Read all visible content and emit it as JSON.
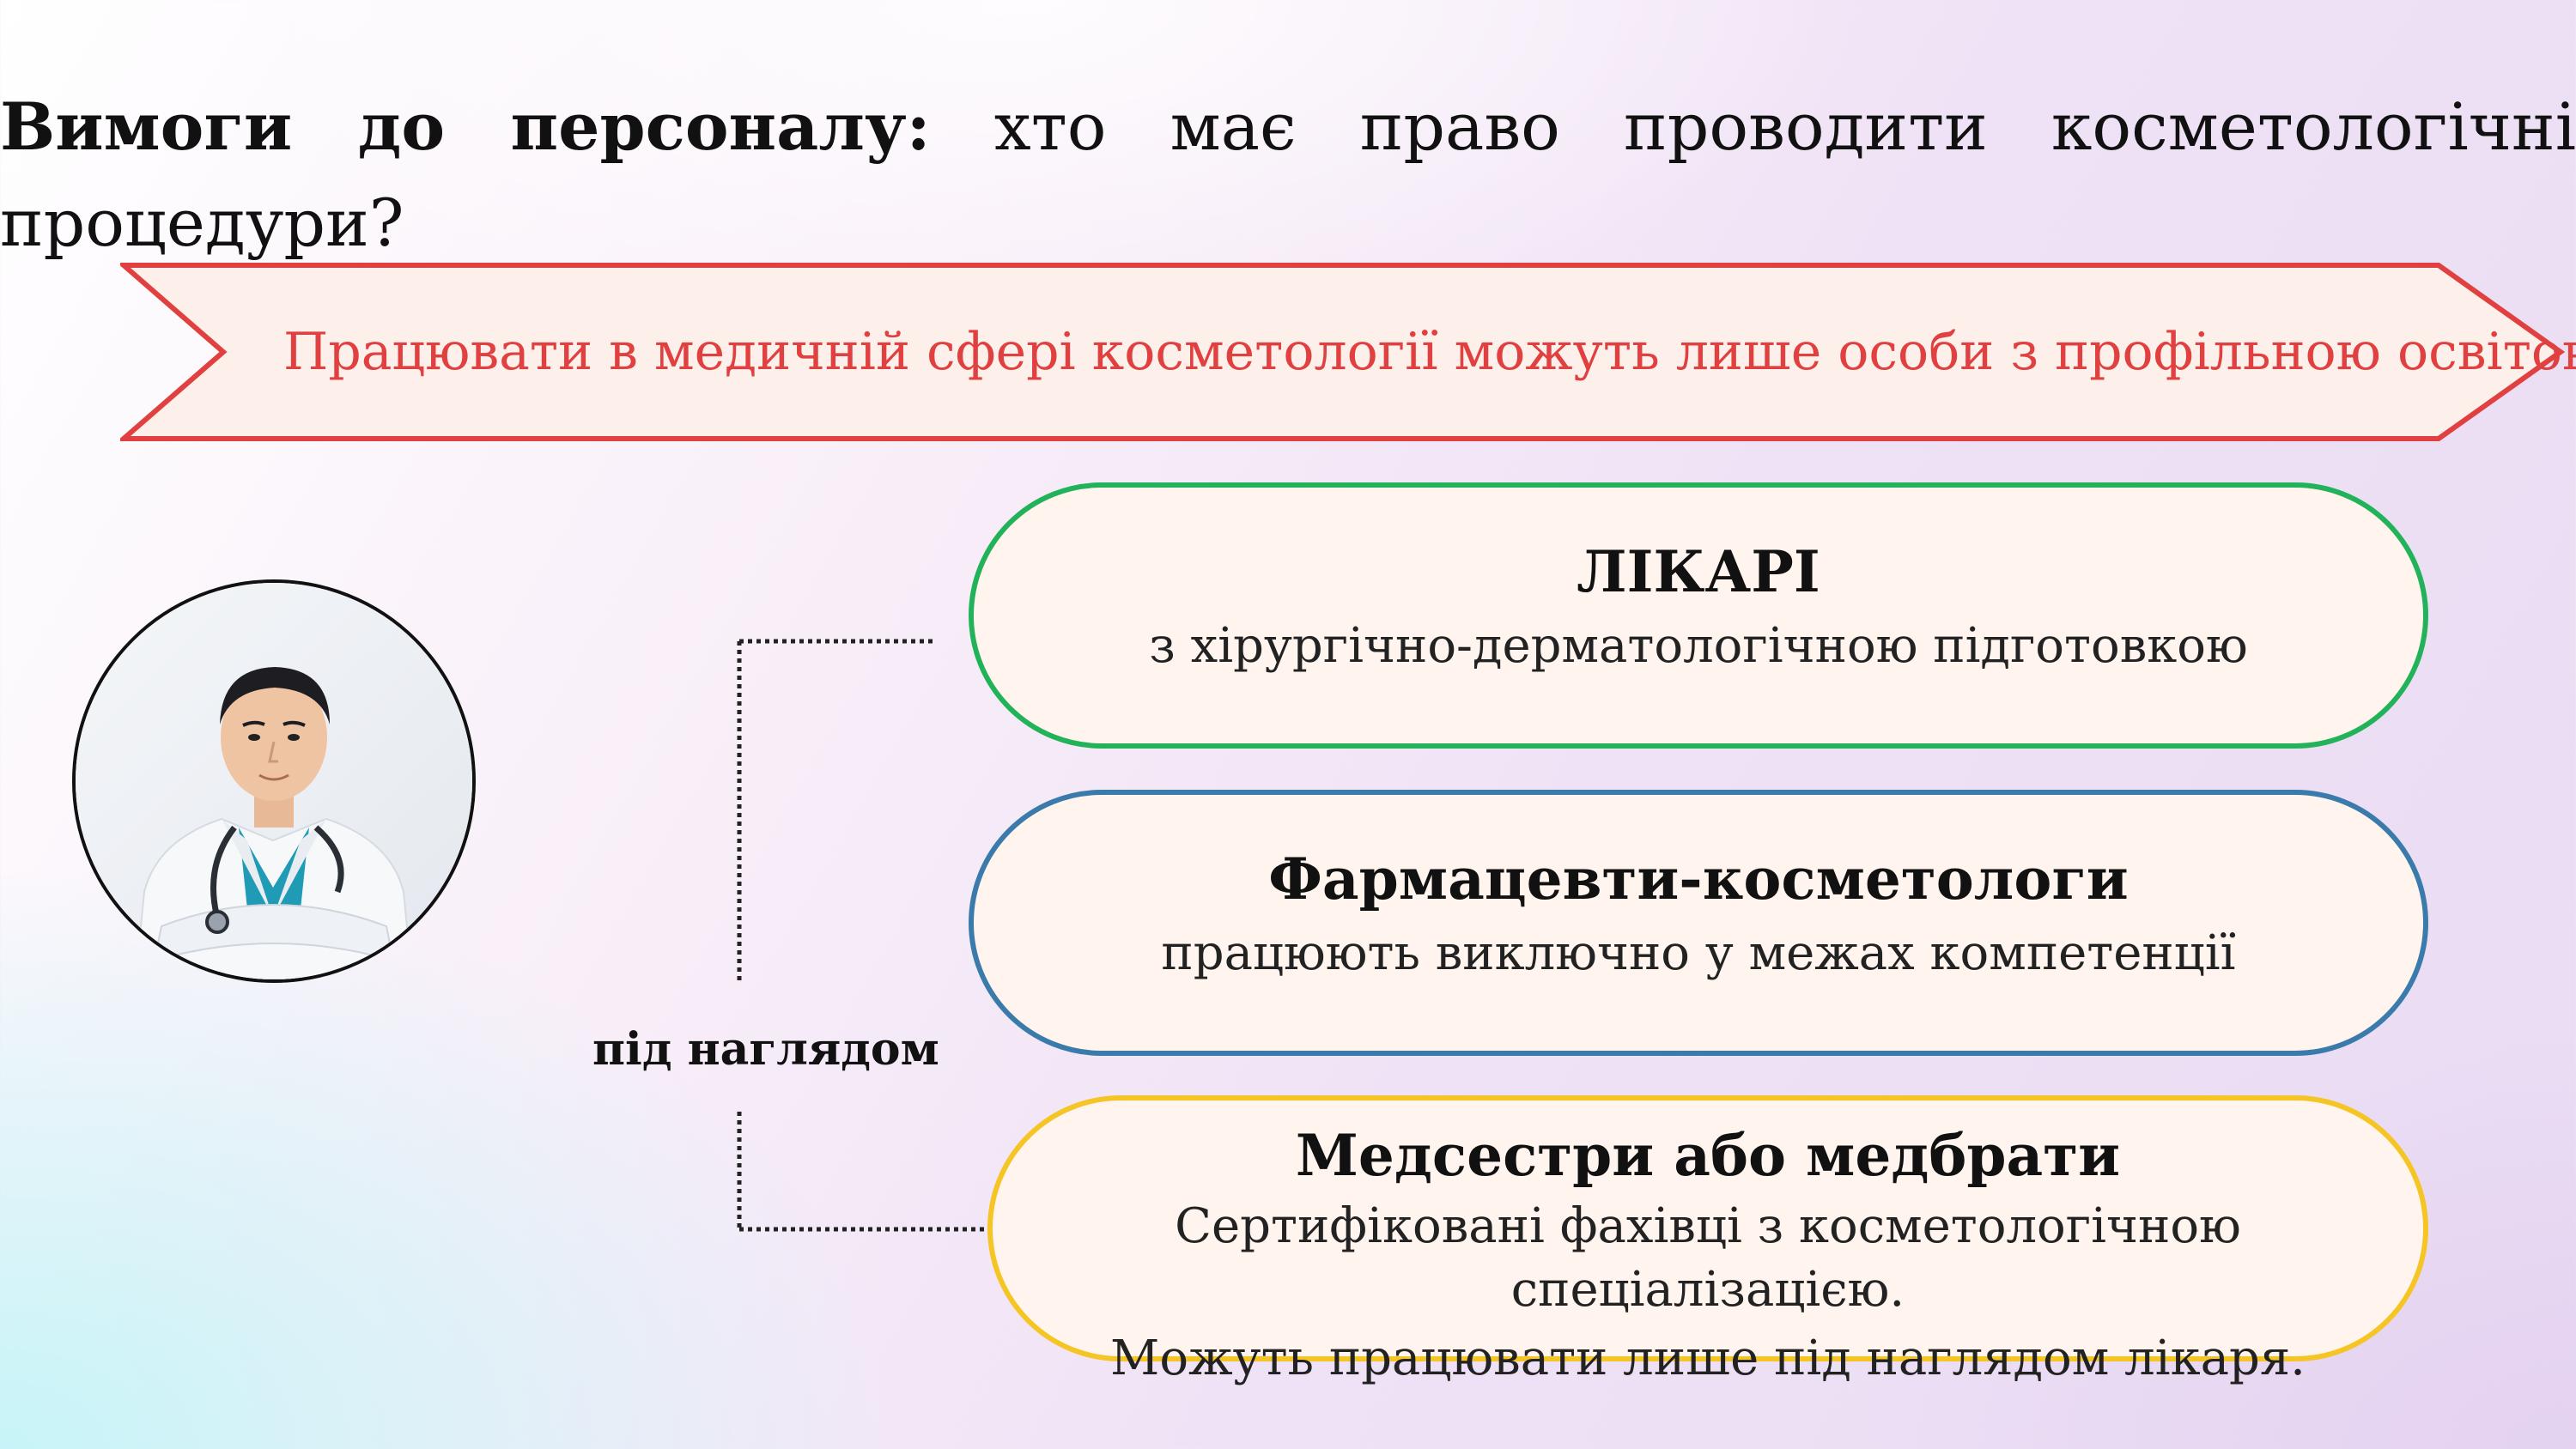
{
  "heading": {
    "bold_part": "Вимоги до персоналу:",
    "regular_part": " хто має право проводити косметологічні процедури?"
  },
  "banner": {
    "text": "Працювати в медичній сфері косметології можуть лише особи з профільною освітою"
  },
  "supervision": {
    "label": "під наглядом"
  },
  "cards": [
    {
      "title": "ЛІКАРІ",
      "description": "з хірургічно-дерматологічною підготовкою"
    },
    {
      "title": "Фармацевти-косметологи",
      "description": "працюють виключно у межах компетенції"
    },
    {
      "title": "Медсестри або медбрати",
      "description_line1": "Сертифіковані фахівці з косметологічною спеціалізацією.",
      "description_line2": "Можуть працювати лише під наглядом  лікаря."
    }
  ],
  "colors": {
    "banner_border": "#e04040",
    "banner_fill": "#fdf0ea",
    "card_green": "#22b35a",
    "card_blue": "#3a7bab",
    "card_yellow": "#f5c526",
    "card_fill": "#fff4ee"
  },
  "icons": {
    "avatar": "doctor-portrait"
  }
}
